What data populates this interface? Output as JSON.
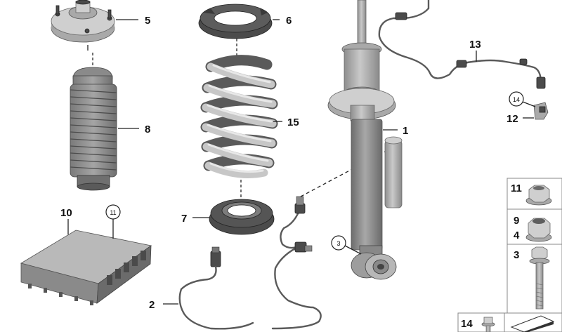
{
  "callouts": {
    "c1": "1",
    "c2": "2",
    "c3": "3",
    "c5": "5",
    "c6": "6",
    "c7": "7",
    "c8": "8",
    "c10": "10",
    "c11": "11",
    "c12": "12",
    "c13": "13",
    "c14": "14",
    "c15": "15"
  },
  "fastener_panel": {
    "row1": [
      "11"
    ],
    "row2": [
      "9",
      "4"
    ],
    "row3": [
      "3"
    ],
    "row4": [
      "14"
    ]
  }
}
